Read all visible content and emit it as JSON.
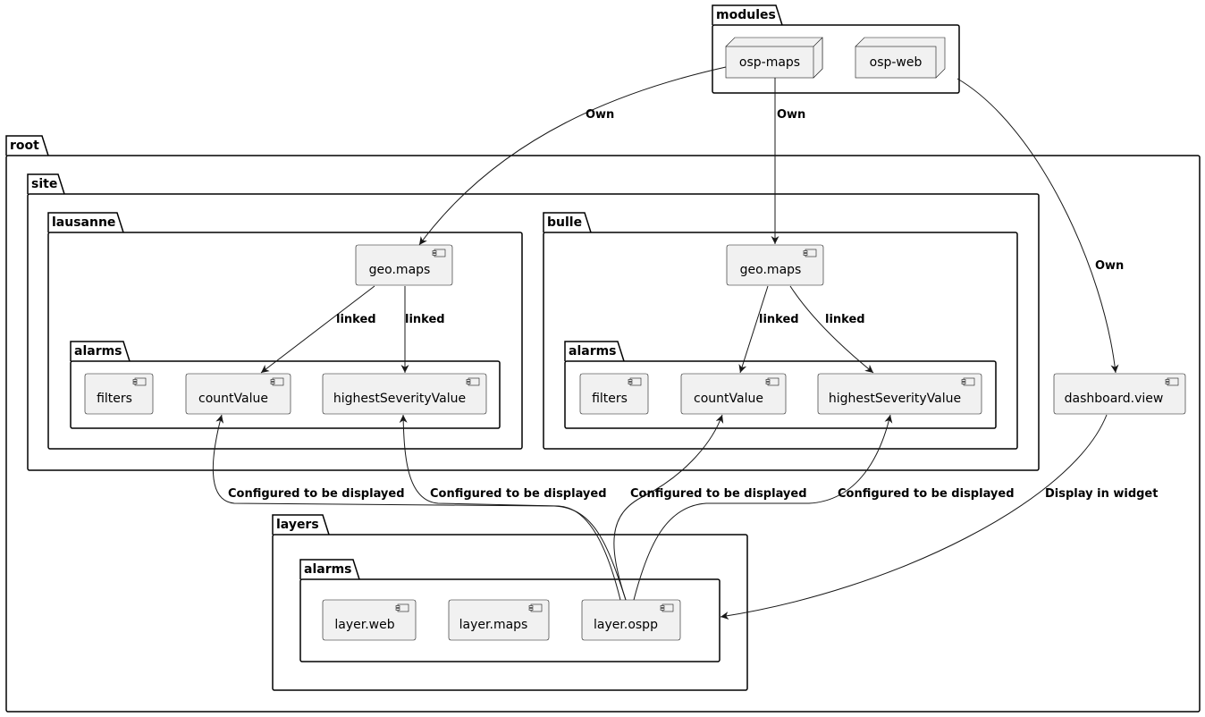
{
  "packages": {
    "modules": "modules",
    "root": "root",
    "site": "site",
    "lausanne": "lausanne",
    "lausanne_alarms": "alarms",
    "bulle": "bulle",
    "bulle_alarms": "alarms",
    "layers": "layers",
    "layers_alarms": "alarms"
  },
  "nodes": {
    "osp_maps": "osp-maps",
    "osp_web": "osp-web"
  },
  "components": {
    "lausanne_geo_maps": "geo.maps",
    "lausanne_filters": "filters",
    "lausanne_countValue": "countValue",
    "lausanne_highestSeverityValue": "highestSeverityValue",
    "bulle_geo_maps": "geo.maps",
    "bulle_filters": "filters",
    "bulle_countValue": "countValue",
    "bulle_highestSeverityValue": "highestSeverityValue",
    "dashboard_view": "dashboard.view",
    "layer_web": "layer.web",
    "layer_maps": "layer.maps",
    "layer_ospp": "layer.ospp"
  },
  "edges": {
    "own_lausanne": "Own",
    "own_bulle": "Own",
    "own_dashboard": "Own",
    "linked_l_count": "linked",
    "linked_l_high": "linked",
    "linked_b_count": "linked",
    "linked_b_high": "linked",
    "cfg_l_count": "Configured to be displayed",
    "cfg_l_high": "Configured to be displayed",
    "cfg_b_count": "Configured to be displayed",
    "cfg_b_high": "Configured to be displayed",
    "display_widget": "Display in widget"
  }
}
